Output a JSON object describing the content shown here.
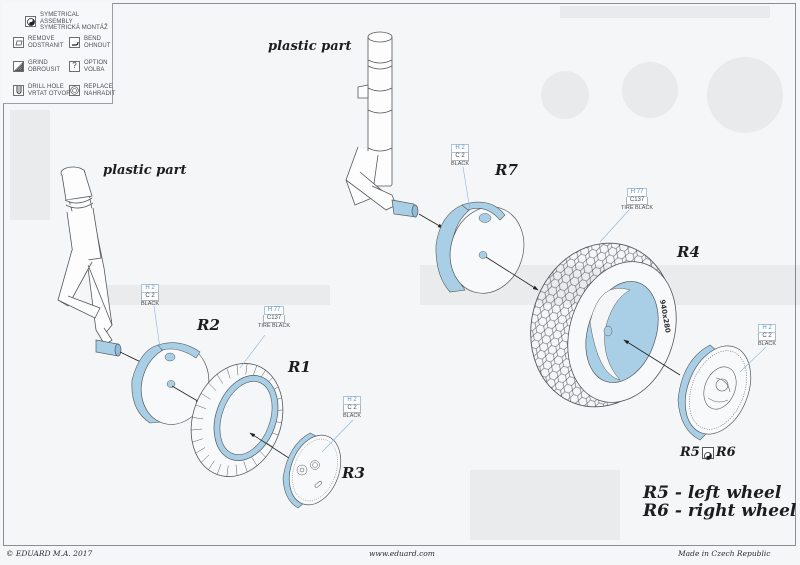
{
  "legend": {
    "items": [
      {
        "icon": "symmetrical-icon",
        "line1": "SYMETRICAL ASSEMBLY",
        "line2": "SYMETRICKÁ MONTÁŽ"
      },
      {
        "icon": "remove-icon",
        "line1": "REMOVE",
        "line2": "ODSTRANIT"
      },
      {
        "icon": "bend-icon",
        "line1": "BEND",
        "line2": "OHNOUT"
      },
      {
        "icon": "grind-icon",
        "line1": "GRIND",
        "line2": "OBROUSIT"
      },
      {
        "icon": "option-icon",
        "glyph": "?",
        "line1": "OPTION",
        "line2": "VOLBA"
      },
      {
        "icon": "drill-hole-icon",
        "line1": "DRILL HOLE",
        "line2": "VRTAT OTVOR"
      },
      {
        "icon": "replace-icon",
        "line1": "REPLACE",
        "line2": "NAHRADIT"
      }
    ]
  },
  "labels": {
    "plastic_left": "plastic part",
    "plastic_right": "plastic part",
    "r1": "R1",
    "r2": "R2",
    "r3": "R3",
    "r4": "R4",
    "r5": "R5",
    "r6": "R6",
    "r7": "R7",
    "left_wheel": "R5 - left wheel",
    "right_wheel": "R6 - right wheel"
  },
  "paints": {
    "r2": {
      "h": "H 2",
      "c": "C 2",
      "name": "BLACK"
    },
    "r1": {
      "h": "H 77",
      "c": "C137",
      "name": "TIRE BLACK"
    },
    "r3": {
      "h": "H 2",
      "c": "C 2",
      "name": "BLACK"
    },
    "r7": {
      "h": "H 2",
      "c": "C 2",
      "name": "BLACK"
    },
    "r4": {
      "h": "H 77",
      "c": "C137",
      "name": "TIRE BLACK"
    },
    "r5r6": {
      "h": "H 2",
      "c": "C 2",
      "name": "BLACK"
    }
  },
  "tire_marking": "940x280",
  "footer": {
    "copyright": "© EDUARD  M.A. 2017",
    "website": "www.eduard.com",
    "origin": "Made in Czech Republic"
  },
  "colors": {
    "part_blue": "#a9cfe6",
    "line": "#55585c",
    "paper": "#f5f6f8"
  }
}
